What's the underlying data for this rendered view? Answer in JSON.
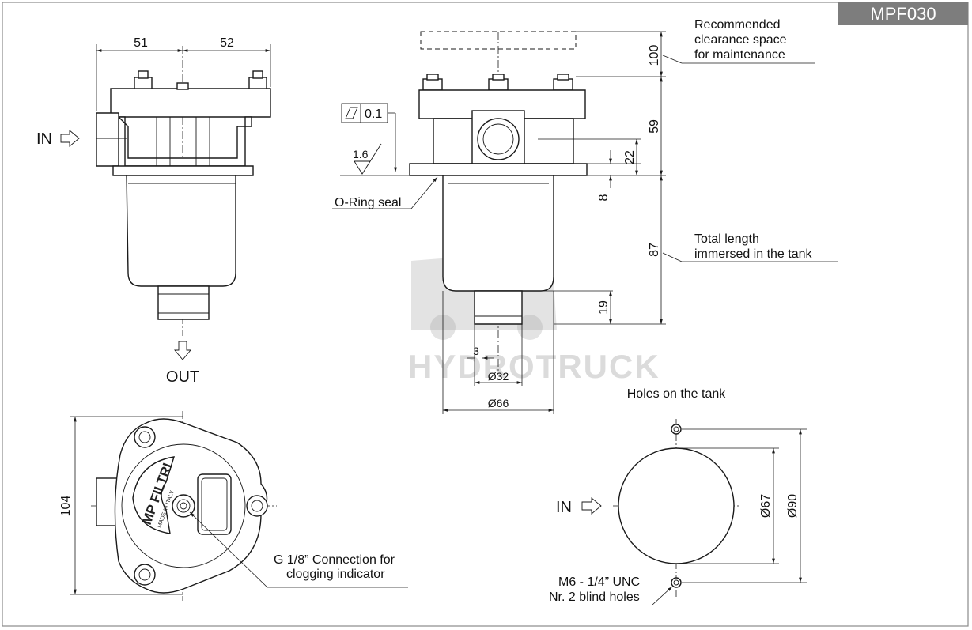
{
  "model_badge": "MPF030",
  "side_view": {
    "in_label": "IN",
    "out_label": "OUT",
    "dim_left": "51",
    "dim_right": "52"
  },
  "front_view": {
    "tolerance_symbol": "flatness",
    "tolerance_value": "0.1",
    "roughness": "1.6",
    "oring_label": "O-Ring seal",
    "dim_clearance": "100",
    "dim_head": "59",
    "dim_port": "22",
    "dim_flange": "8",
    "dim_immersed": "87",
    "dim_outlet": "19",
    "dim_3": "3",
    "dim_d32": "Ø32",
    "dim_d66": "Ø66",
    "clearance_note": [
      "Recommended",
      "clearance space",
      "for maintenance"
    ],
    "immersed_note": [
      "Total length",
      "immersed in the tank"
    ]
  },
  "top_view": {
    "dim_104": "104",
    "indicator_note": [
      "G 1/8” Connection for",
      "clogging indicator"
    ],
    "logo_text": "MP FILTRI",
    "logo_sub": "MADE IN ITALY"
  },
  "tank_holes": {
    "title": "Holes on the tank",
    "in_label": "IN",
    "dim_d67": "Ø67",
    "dim_d90": "Ø90",
    "holes_note": [
      "M6 - 1/4” UNC",
      "Nr. 2 blind holes"
    ]
  },
  "watermark": "HYDROTRUCK",
  "colors": {
    "badge_bg": "#7d7d7d",
    "line": "#1a1a1a",
    "frame": "#8a8a8a"
  }
}
